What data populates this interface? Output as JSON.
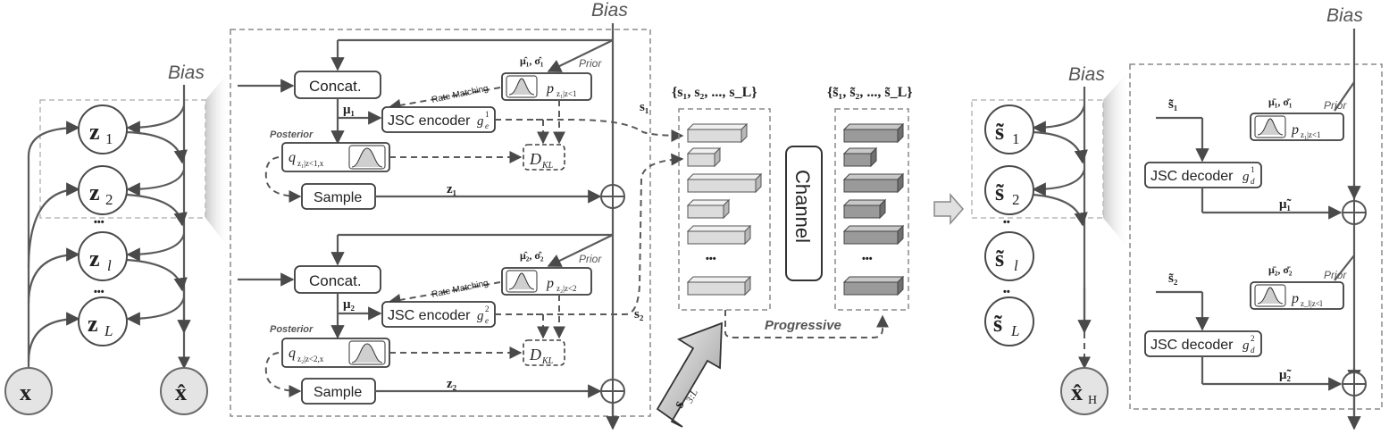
{
  "labels": {
    "bias": "Bias",
    "prior": "Prior",
    "posterior": "Posterior",
    "rate_matching": "Rate Matching",
    "progressive": "Progressive",
    "channel": "Channel",
    "concat": "Concat.",
    "sample": "Sample",
    "jsc_encoder": "JSC encoder",
    "jsc_decoder": "JSC decoder",
    "ellipsis": "•••",
    "dots2": "••"
  },
  "symbols": {
    "x": "x",
    "x_hat": "x̂",
    "x_hat_H": "x̂",
    "H": "H",
    "z": "z",
    "s_tilde": "s̃",
    "idx_1": "1",
    "idx_2": "2",
    "idx_l": "l",
    "idx_L": "L",
    "mu1": "μ",
    "mu2": "μ",
    "D_KL": "D",
    "KL": "KL",
    "p": "p",
    "q": "q",
    "g": "g",
    "e": "e",
    "d": "d",
    "s3L": "s",
    "s3L_sub": "3:L"
  },
  "sets": {
    "s_set": "{s₁, s₂, ..., s_L}",
    "s_tilde_set": "{s̃₁, s̃₂, ..., s̃_L}"
  },
  "colors": {
    "stroke": "#5a5a5a",
    "block_light": "#dcdcdc",
    "block_dark": "#9a9a9a",
    "node_gray": "#e4e4e4"
  }
}
